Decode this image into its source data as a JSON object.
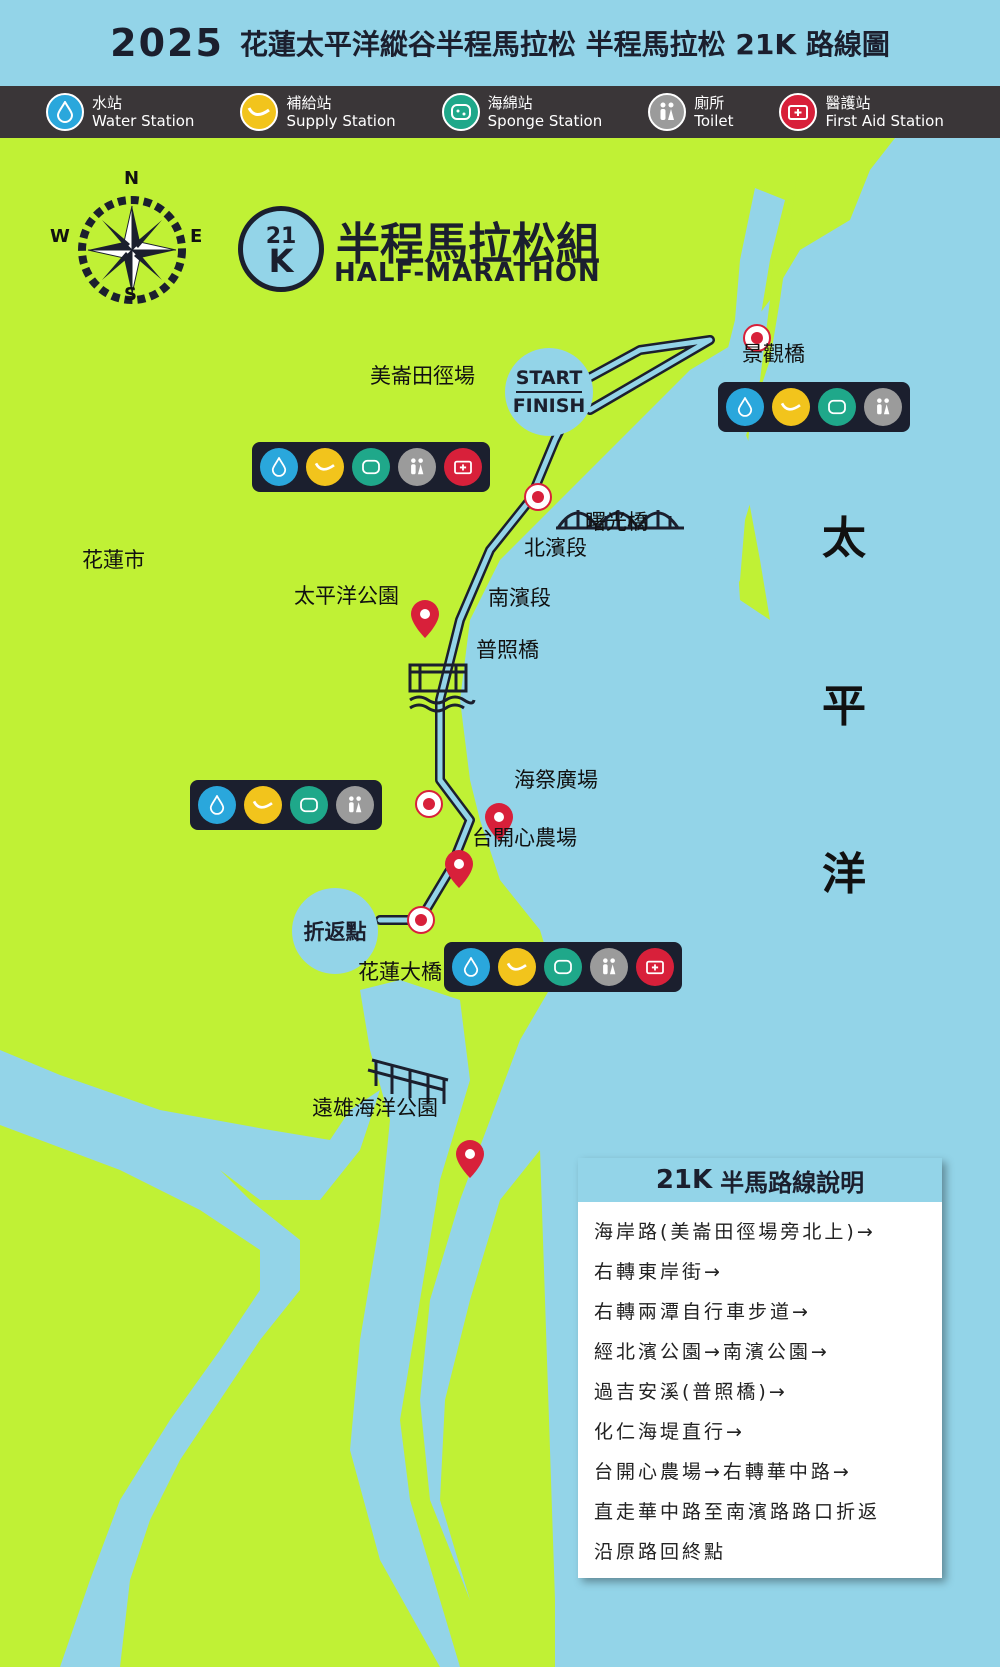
{
  "header": {
    "year": "2025",
    "title": "花蓮太平洋縱谷半程馬拉松  半程馬拉松 21K 路線圖"
  },
  "legend": [
    {
      "zh": "水站",
      "en": "Water Station",
      "icon": "water-drop-icon",
      "color": "#2aa7dc"
    },
    {
      "zh": "補給站",
      "en": "Supply Station",
      "icon": "banana-icon",
      "color": "#f2c41c"
    },
    {
      "zh": "海綿站",
      "en": "Sponge Station",
      "icon": "sponge-icon",
      "color": "#1fa88a"
    },
    {
      "zh": "廁所",
      "en": "Toilet",
      "icon": "toilet-icon",
      "color": "#9b9b9b"
    },
    {
      "zh": "醫護站",
      "en": "First Aid Station",
      "icon": "first-aid-icon",
      "color": "#d8203a"
    }
  ],
  "compass": {
    "n": "N",
    "s": "S",
    "e": "E",
    "w": "W"
  },
  "race": {
    "badge_num": "21",
    "badge_k": "K",
    "title_zh": "半程馬拉松組",
    "title_en": "HALF-MARATHON"
  },
  "places": {
    "start_line1": "START",
    "start_line2": "FINISH",
    "stadium": "美崙田徑場",
    "jingguan": "景觀橋",
    "shuguang": "曙光橋",
    "beibin": "北濱段",
    "nanbin": "南濱段",
    "city": "花蓮市",
    "pacific_park": "太平洋公園",
    "puzhao": "普照橋",
    "haiji": "海祭廣場",
    "taikai": "台開心農場",
    "turn": "折返點",
    "hualien_bridge": "花蓮大橋",
    "yuanxiong": "遠雄海洋公園",
    "ocean1": "太",
    "ocean2": "平",
    "ocean3": "洋"
  },
  "route": {
    "title_k": "21K",
    "title": "半馬路線說明",
    "lines": [
      "海岸路(美崙田徑場旁北上)→",
      "右轉東岸街→",
      "右轉兩潭自行車步道→",
      "經北濱公園→南濱公園→",
      "過吉安溪(普照橋)→",
      "化仁海堤直行→",
      "台開心農場→右轉華中路→",
      "直走華中路至南濱路路口折返",
      "沿原路回終點"
    ]
  },
  "colors": {
    "land": "#c0f135",
    "water": "#93d4e8",
    "dark": "#1b1f2e",
    "marker": "#d8203a"
  }
}
